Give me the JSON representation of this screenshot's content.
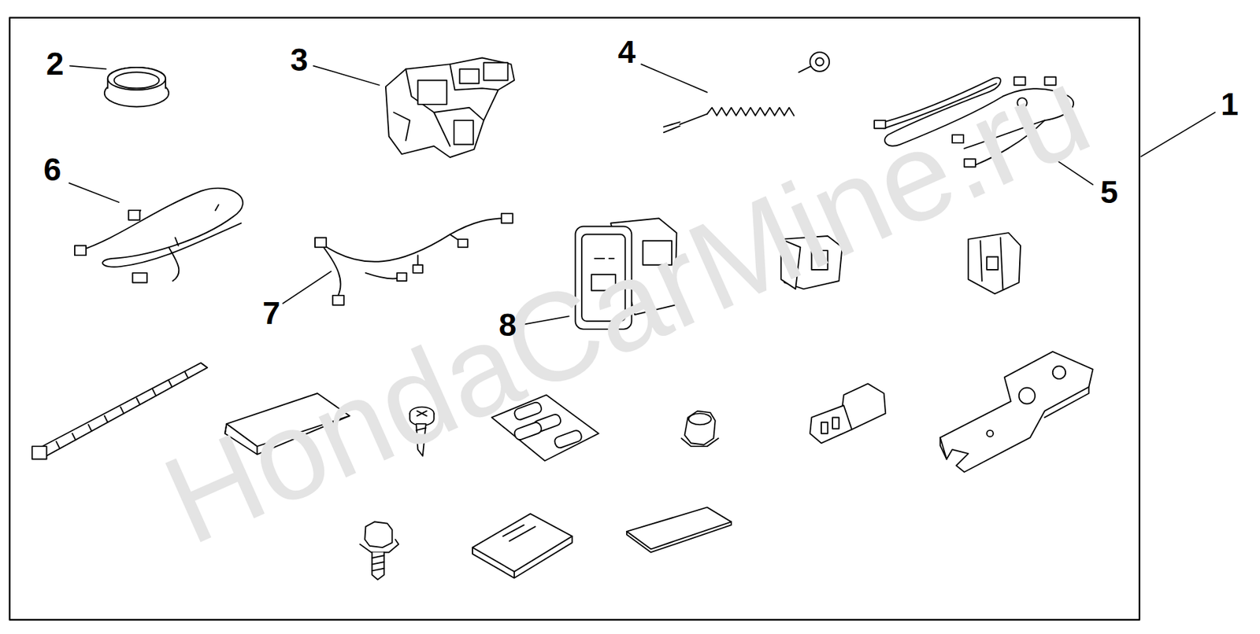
{
  "diagram": {
    "labels": [
      "HondaCarMine.ru",
      "1",
      "2",
      "3",
      "4",
      "5",
      "6",
      "7",
      "8"
    ]
  }
}
